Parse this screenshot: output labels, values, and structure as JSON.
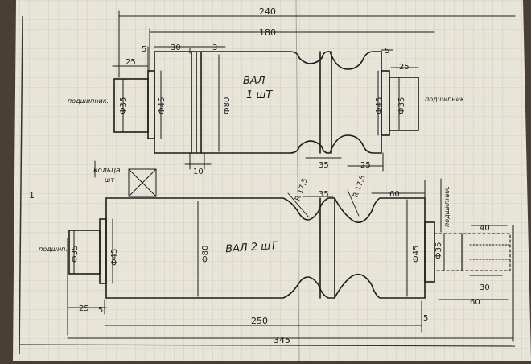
{
  "colors": {
    "paper": "#e8e4d8",
    "grid": "#b9c2c4",
    "ink": "#1c1c1c",
    "background": "#4a3f33"
  },
  "shaft1": {
    "title_line1": "ВАЛ",
    "title_line2": "1 шТ",
    "dim_total": "240",
    "dim_body": "180",
    "dim_30": "30",
    "dim_3": "3",
    "dim_5_left": "5",
    "dim_5_right": "5",
    "dim_25_left": "25",
    "dim_25_right": "25",
    "dim_d35_left": "Ф35",
    "dim_d45_left": "Ф45",
    "dim_d80": "Ф80",
    "dim_d45_right": "Ф45",
    "dim_d35_right": "Ф35",
    "dim_10": "10",
    "dim_35": "35",
    "dim_25_bottom": "25",
    "label_bearing_left": "подшипник.",
    "label_bearing_right": "подшипник."
  },
  "ring_label": "кольца",
  "ring_label_sub": "шт",
  "mark_1": "1",
  "shaft2": {
    "title": "ВАЛ 2 шТ",
    "dim_r_left": "R 17,5",
    "dim_r_right": "R 17,5",
    "dim_35": "35",
    "dim_60_top": "60",
    "dim_d35_left": "Ф35",
    "dim_d45_left": "Ф45",
    "dim_d80": "Ф80",
    "dim_d45_right": "Ф45",
    "dim_d35_right": "Ф35",
    "dim_40": "40",
    "dim_30": "30",
    "dim_60_bottom": "60",
    "dim_25": "25",
    "dim_5_left": "5",
    "dim_5_right": "5",
    "dim_250": "250",
    "dim_345": "345",
    "label_bearing_left": "подшип.",
    "label_bearing_right": "подшипник."
  }
}
